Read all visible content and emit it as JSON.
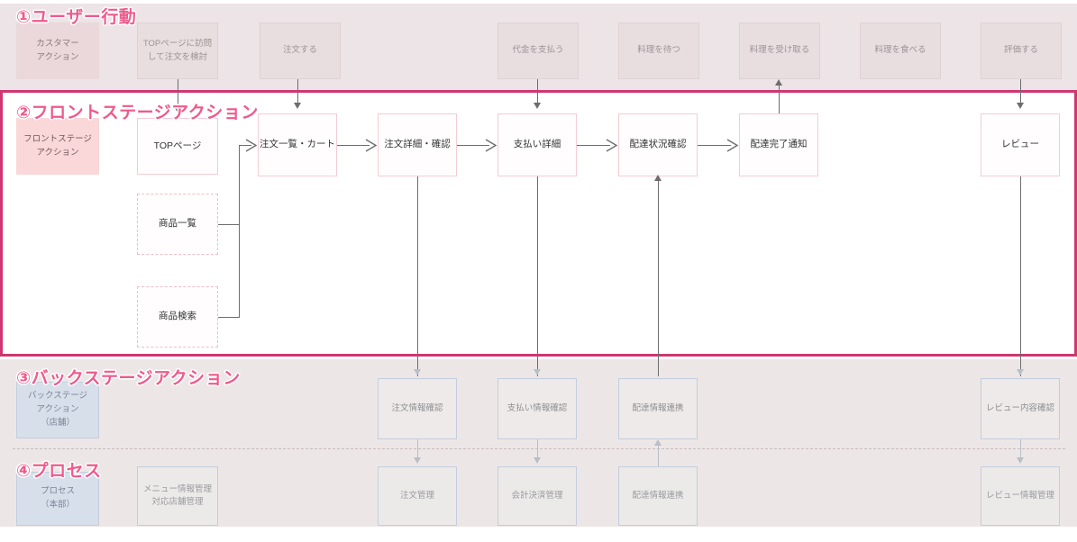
{
  "diagram": {
    "title_visible": false,
    "colors": {
      "accent_frame": "#cf3670",
      "section_heading": "#ef5a8c",
      "user_band_bg": "#ece4e6",
      "back_band_bg": "#ece7e6",
      "front_box_border": "#f3cdd3",
      "back_box_border": "#c3cddd",
      "connector": "#6d6d6d",
      "connector_light": "#b9bec9"
    }
  },
  "sections": [
    {
      "id": "user",
      "number": "①",
      "title": "①ユーザー行動",
      "lane_label": "カスタマー\nアクション"
    },
    {
      "id": "frontstage",
      "number": "②",
      "title": "②フロントステージアクション",
      "lane_label": "フロントステージ\nアクション"
    },
    {
      "id": "backstage",
      "number": "③",
      "title": "③バックステージアクション",
      "lane_label": "バックステージ\nアクション\n（店舗）"
    },
    {
      "id": "process",
      "number": "④",
      "title": "④プロセス",
      "lane_label": "プロセス\n（本部）"
    }
  ],
  "rows": {
    "user": {
      "nodes": [
        {
          "key": "u1",
          "label": "TOPページに訪問\nして注文を検討"
        },
        {
          "key": "u2",
          "label": "注文する"
        },
        {
          "key": "u3",
          "label": "代金を支払う"
        },
        {
          "key": "u4",
          "label": "料理を待つ"
        },
        {
          "key": "u5",
          "label": "料理を受け取る"
        },
        {
          "key": "u6",
          "label": "料理を食べる"
        },
        {
          "key": "u7",
          "label": "評価する"
        }
      ]
    },
    "frontstage": {
      "nodes": [
        {
          "key": "f1",
          "label": "TOPページ",
          "style": "solid"
        },
        {
          "key": "f2",
          "label": "商品一覧",
          "style": "dashed"
        },
        {
          "key": "f3",
          "label": "商品検索",
          "style": "dashed"
        },
        {
          "key": "f4",
          "label": "注文一覧・カート",
          "style": "solid"
        },
        {
          "key": "f5",
          "label": "注文詳細・確認",
          "style": "solid"
        },
        {
          "key": "f6",
          "label": "支払い詳細",
          "style": "solid"
        },
        {
          "key": "f7",
          "label": "配達状況確認",
          "style": "solid"
        },
        {
          "key": "f8",
          "label": "配達完了通知",
          "style": "solid"
        },
        {
          "key": "f9",
          "label": "レビュー",
          "style": "solid"
        }
      ]
    },
    "backstage": {
      "nodes": [
        {
          "key": "b1",
          "label": "注文情報確認"
        },
        {
          "key": "b2",
          "label": "支払い情報確認"
        },
        {
          "key": "b3",
          "label": "配達情報連携"
        },
        {
          "key": "b4",
          "label": "レビュー内容確認"
        }
      ]
    },
    "process": {
      "nodes": [
        {
          "key": "p1",
          "label": "メニュー情報管理\n対応店舗管理"
        },
        {
          "key": "p2",
          "label": "注文管理"
        },
        {
          "key": "p3",
          "label": "会計決済管理"
        },
        {
          "key": "p4",
          "label": "配達情報連携"
        },
        {
          "key": "p5",
          "label": "レビュー情報管理"
        }
      ]
    }
  }
}
